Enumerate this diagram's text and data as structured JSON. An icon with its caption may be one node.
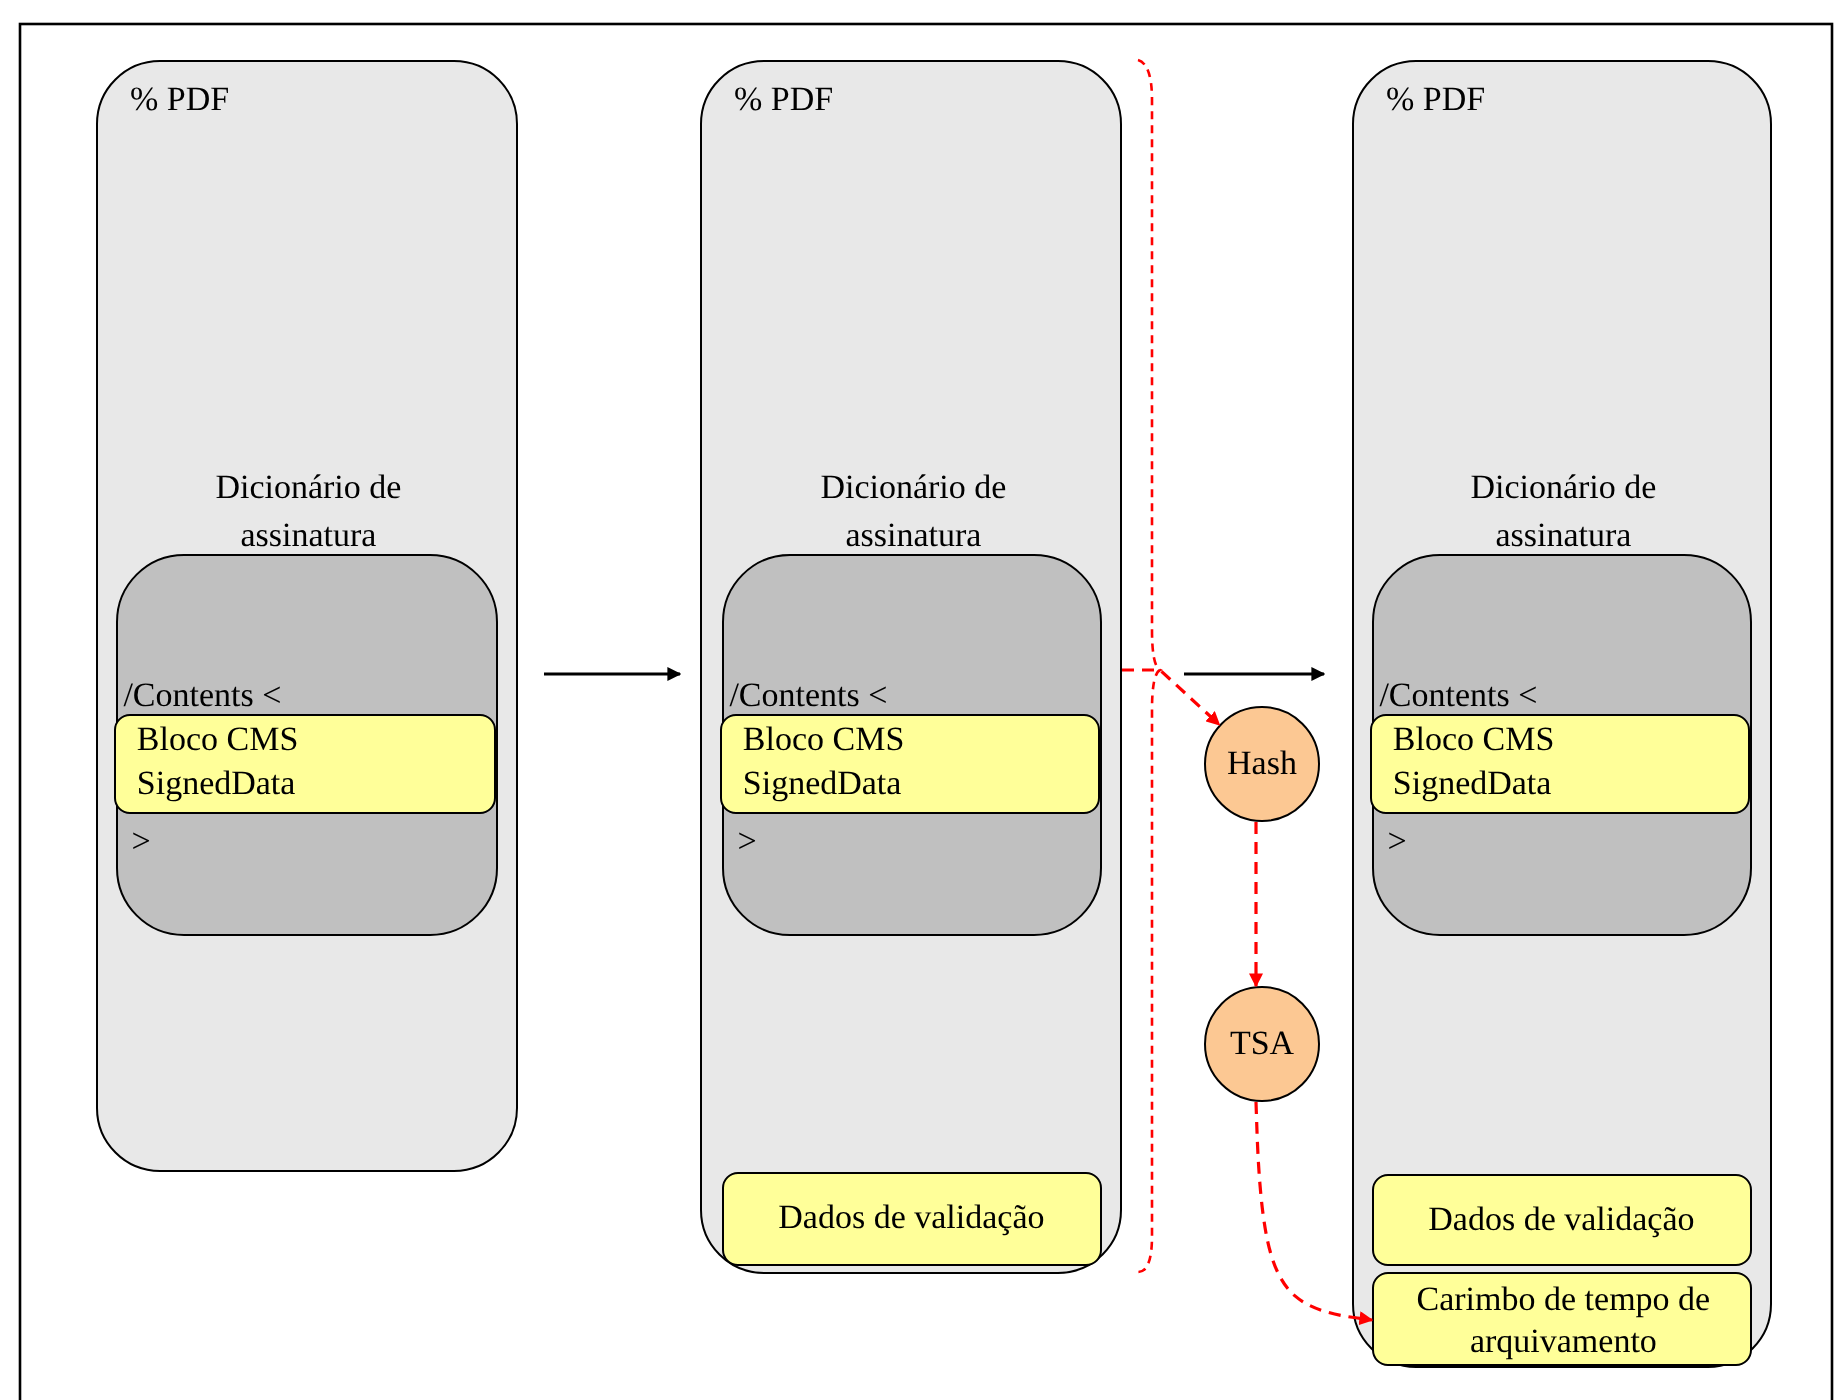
{
  "diagram": {
    "nodes": [
      {
        "text": [
          "% PDF"
        ]
      },
      {
        "text": [
          "Dicionário de assinatura",
          "/Contents <",
          ">"
        ],
        "in": 0
      },
      {
        "text": [
          "Bloco CMS SignedData"
        ],
        "in": 1
      },
      {
        "text": [
          "% PDF"
        ]
      },
      {
        "text": [
          "Dicionário de assinatura",
          "/Contents <",
          ">"
        ],
        "in": 3
      },
      {
        "text": [
          "Bloco CMS SignedData"
        ],
        "in": 4
      },
      {
        "text": [
          "Dados de validação"
        ],
        "in": 3
      },
      {
        "text": [
          "Hash"
        ]
      },
      {
        "text": [
          "TSA"
        ]
      },
      {
        "text": [
          "% PDF"
        ]
      },
      {
        "text": [
          "Dicionário de assinatura",
          "/Contents <",
          ">"
        ],
        "in": 9
      },
      {
        "text": [
          "Bloco CMS SignedData"
        ],
        "in": 10
      },
      {
        "text": [
          "Dados de validação"
        ],
        "in": 9
      },
      {
        "text": [
          "Carimbo de tempo de arquivamento"
        ],
        "in": 9
      }
    ],
    "edges": [
      {
        "from": 0,
        "to": 3,
        "arrow": "to",
        "color": "#000000"
      },
      {
        "from": 3,
        "to": 9,
        "arrow": "to",
        "color": "#000000"
      },
      {
        "from": 3,
        "to": 7,
        "arrow": "to",
        "style": "dashed",
        "color": "#ff0000"
      },
      {
        "from": 7,
        "to": 8,
        "arrow": "to",
        "style": "dashed",
        "color": "#ff0000"
      },
      {
        "from": 8,
        "to": 13,
        "arrow": "to",
        "style": "dashed",
        "color": "#ff0000"
      }
    ]
  }
}
